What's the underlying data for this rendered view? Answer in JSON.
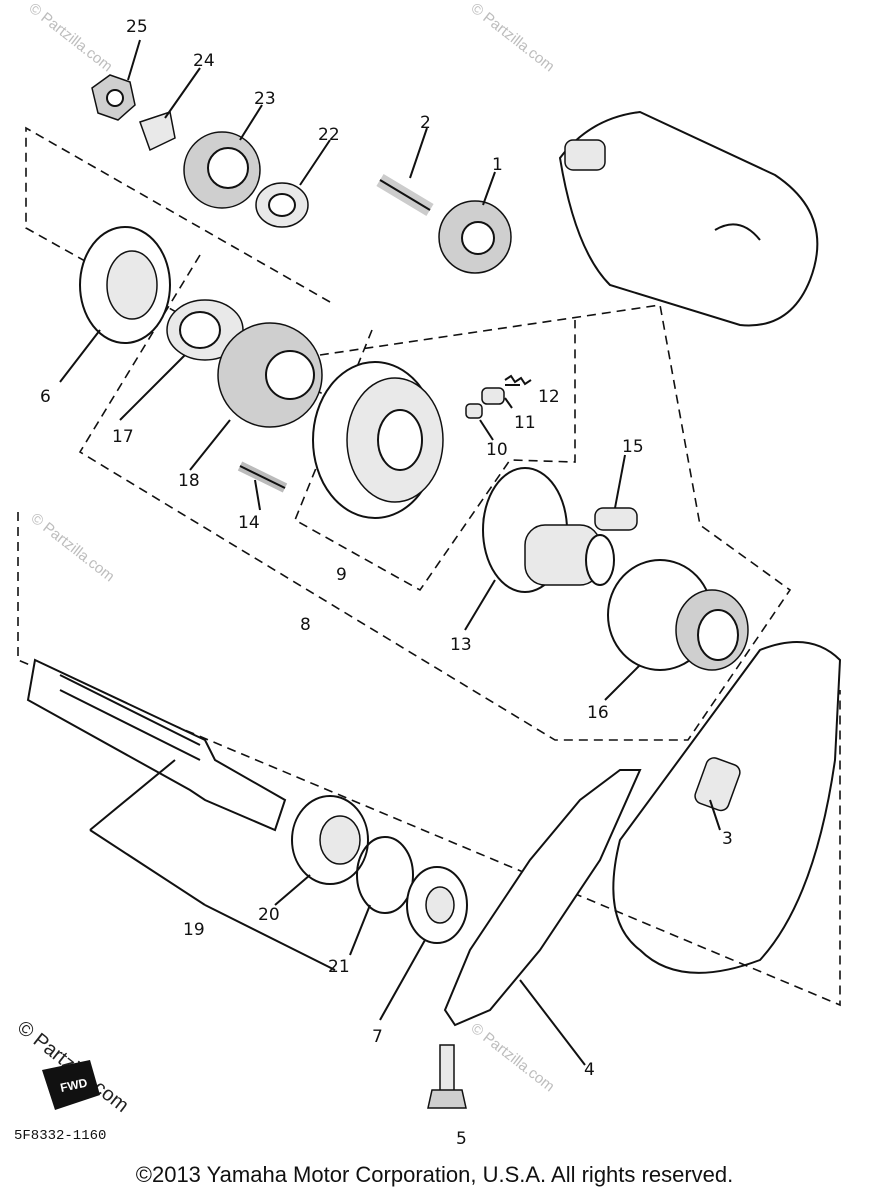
{
  "callouts": [
    "25",
    "24",
    "23",
    "22",
    "2",
    "1",
    "6",
    "17",
    "18",
    "12",
    "11",
    "10",
    "15",
    "14",
    "9",
    "8",
    "13",
    "16",
    "19",
    "20",
    "21",
    "7",
    "3",
    "4",
    "5"
  ],
  "watermark": "© Partzilla.com",
  "fwd_label": "FWD",
  "diagram_code": "5F8332-1160",
  "copyright": "©2013 Yamaha Motor Corporation, U.S.A. All rights reserved."
}
